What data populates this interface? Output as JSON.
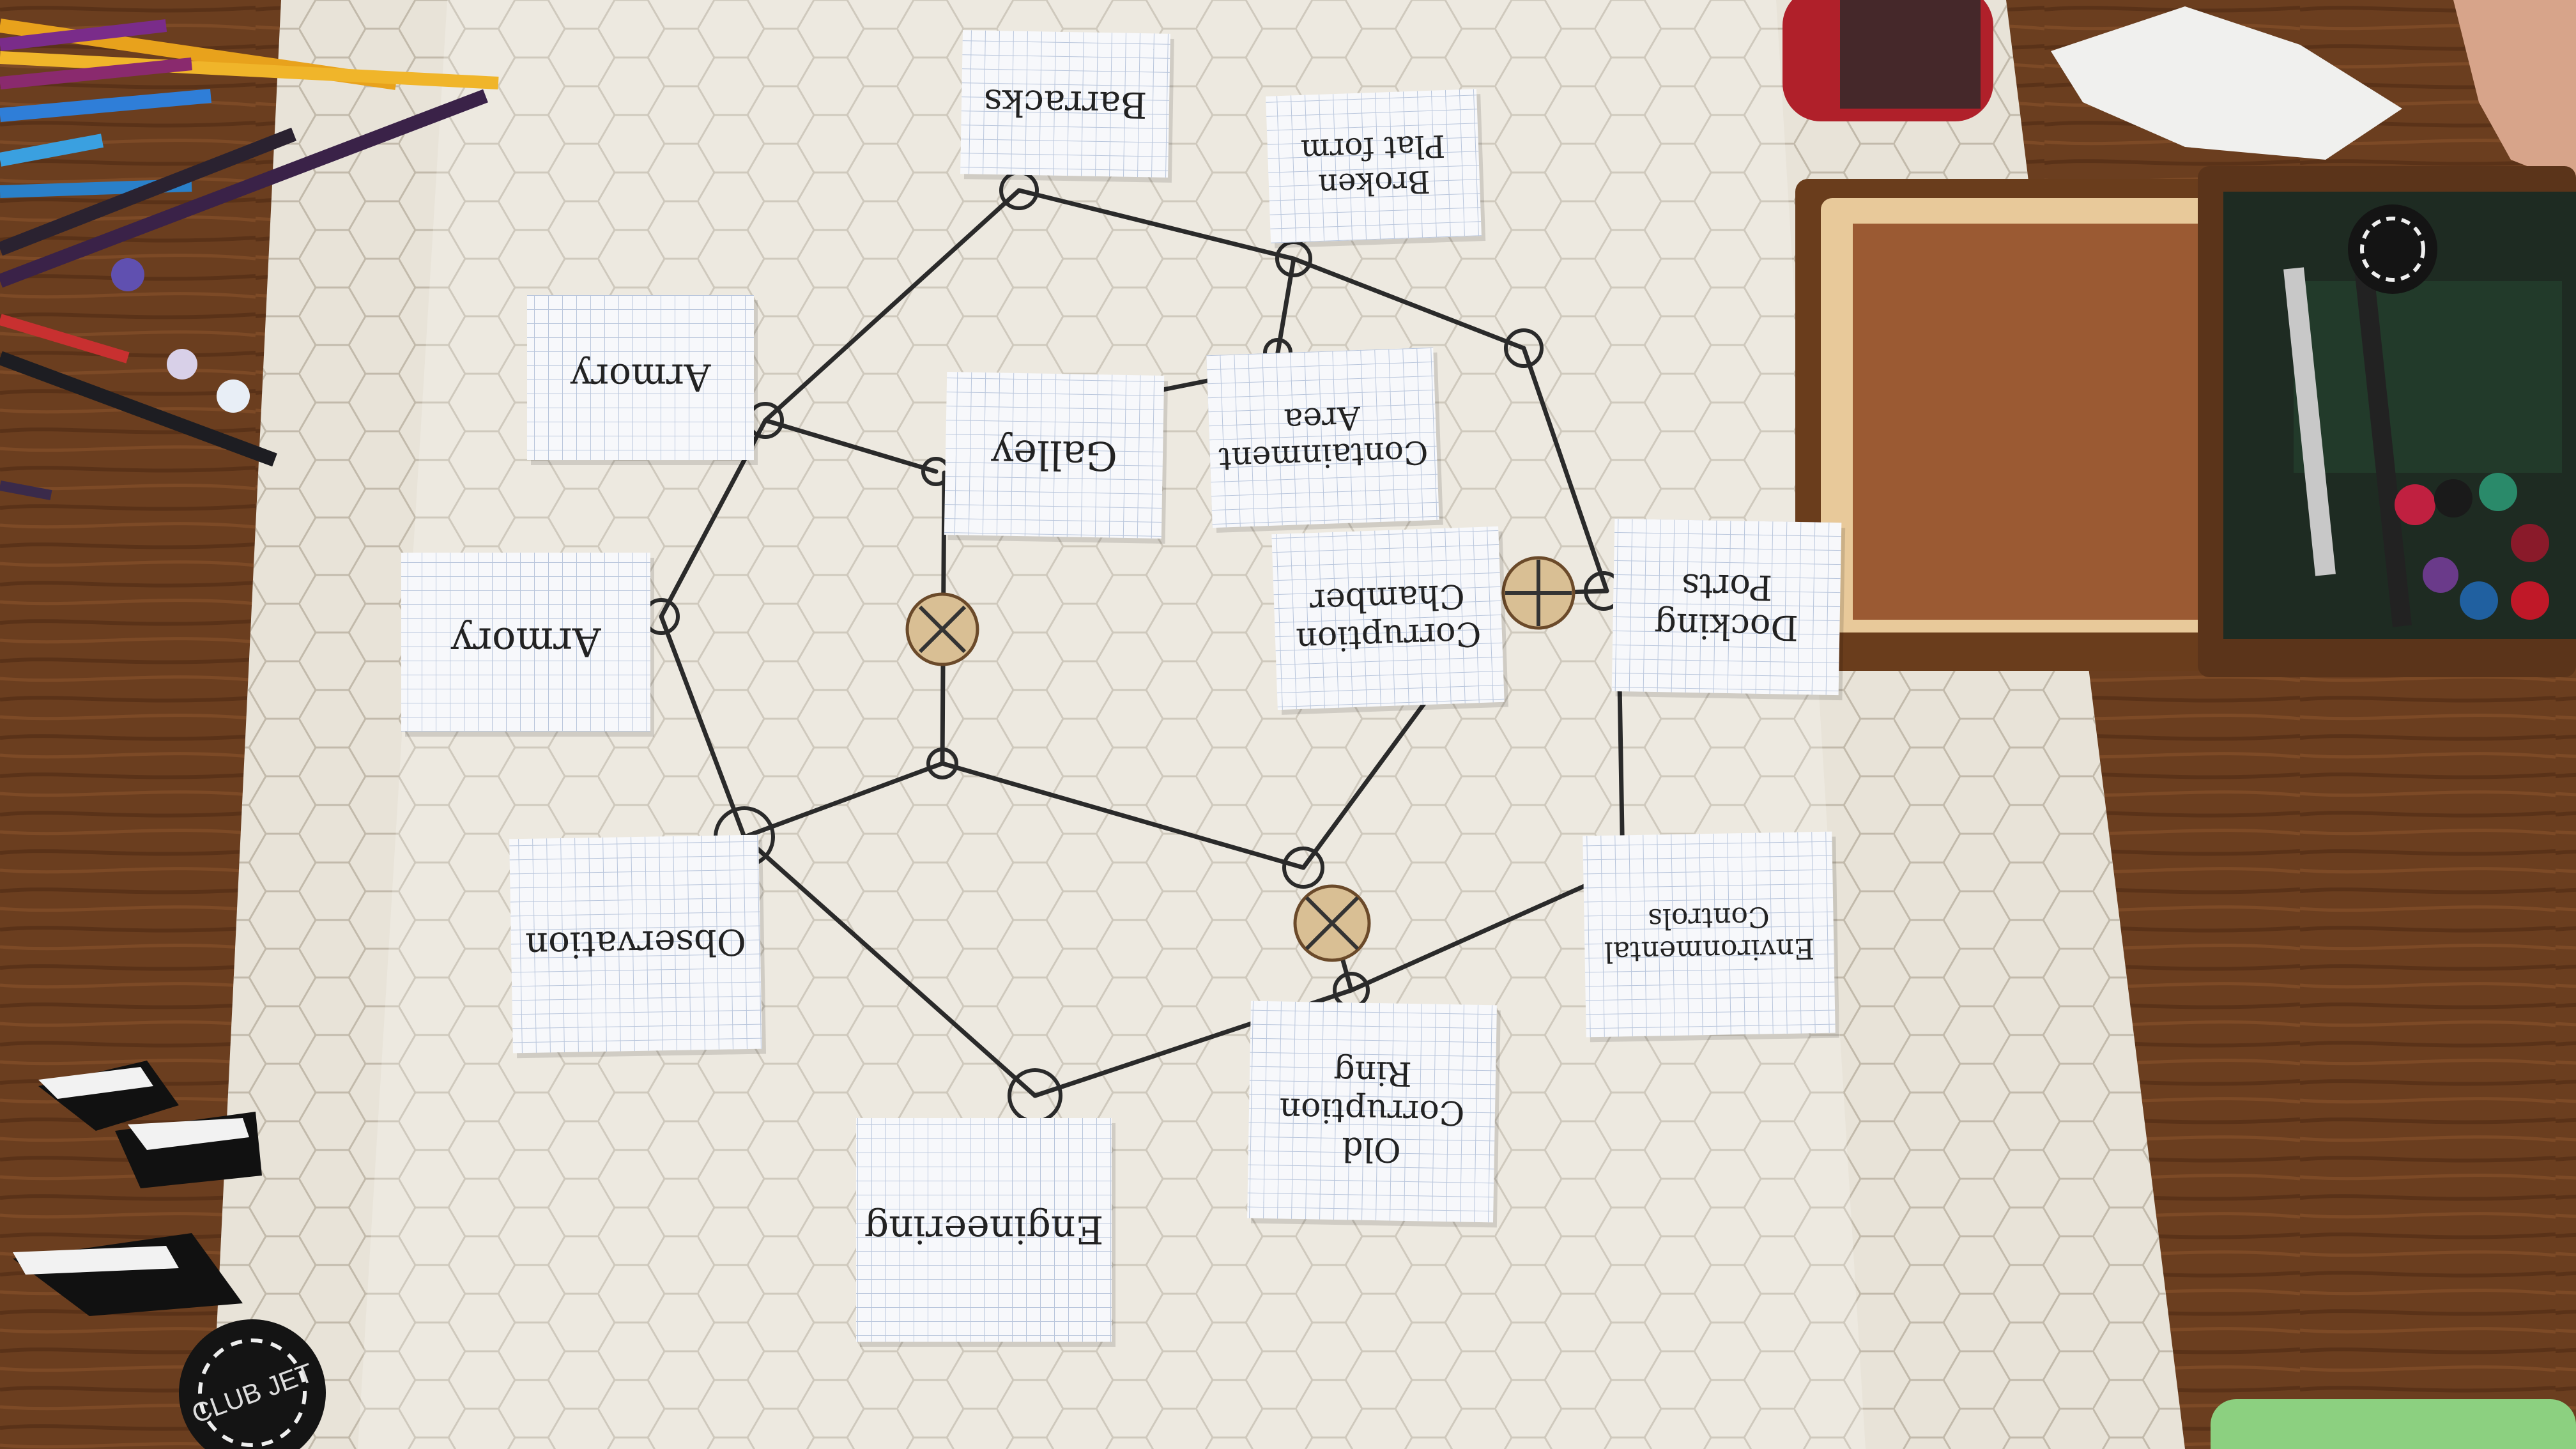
{
  "scene": {
    "description_tag": "hand-drawn dungeon map on hex mat",
    "colors": {
      "table": "#6b3e1f",
      "mat": "#e8e3d8",
      "hexline": "#b8b0a0",
      "card": "#f7f8fb",
      "grid": "#b9c6dc",
      "ink": "#2a2a2a",
      "token": "#d9bf94",
      "box_wood": "#7a4a24",
      "box_lid": "#9b5a33",
      "felt": "#223a2a"
    }
  },
  "rooms": [
    {
      "id": "barracks",
      "lines": [
        "Barracks"
      ]
    },
    {
      "id": "broken-platform",
      "lines": [
        "Broken",
        "Plat form"
      ]
    },
    {
      "id": "armory-top",
      "lines": [
        "Armory"
      ]
    },
    {
      "id": "galley",
      "lines": [
        "Galley"
      ]
    },
    {
      "id": "containment-area",
      "lines": [
        "Containment",
        "Area"
      ]
    },
    {
      "id": "armory-left",
      "lines": [
        "Armory"
      ]
    },
    {
      "id": "corruption-chamber",
      "lines": [
        "Corruption",
        "Chamber"
      ]
    },
    {
      "id": "docking-ports",
      "lines": [
        "Docking",
        "Ports"
      ]
    },
    {
      "id": "observation",
      "lines": [
        "Observation"
      ]
    },
    {
      "id": "environmental-controls",
      "lines": [
        "Environmental",
        "Controls"
      ]
    },
    {
      "id": "old-corruption-ring",
      "lines": [
        "Old",
        "Corruption",
        "Ring"
      ]
    },
    {
      "id": "engineering",
      "lines": [
        "Engineering"
      ]
    }
  ],
  "poker_chip": {
    "text": "CLUB JET"
  }
}
